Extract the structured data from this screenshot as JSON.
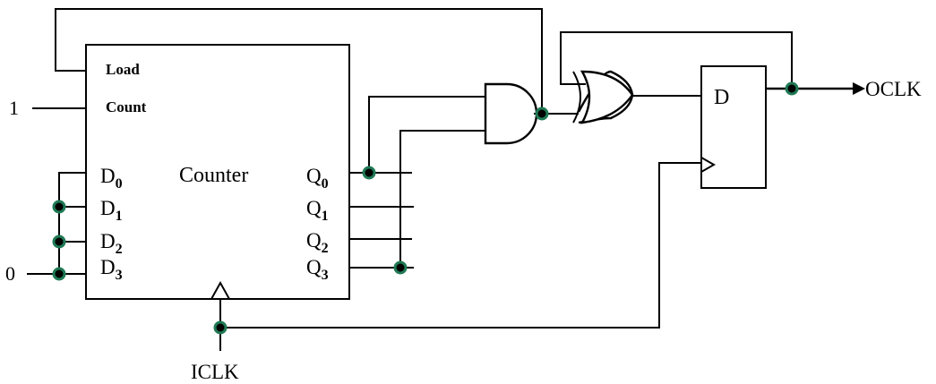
{
  "counter": {
    "title": "Counter",
    "load": "Load",
    "count": "Count",
    "d_inputs": [
      {
        "base": "D",
        "sub": "0"
      },
      {
        "base": "D",
        "sub": "1"
      },
      {
        "base": "D",
        "sub": "2"
      },
      {
        "base": "D",
        "sub": "3"
      }
    ],
    "q_outputs": [
      {
        "base": "Q",
        "sub": "0"
      },
      {
        "base": "Q",
        "sub": "1"
      },
      {
        "base": "Q",
        "sub": "2"
      },
      {
        "base": "Q",
        "sub": "3"
      }
    ]
  },
  "inputs": {
    "count_value": "1",
    "d3_value": "0",
    "clock": "ICLK"
  },
  "flipflop": {
    "d_label": "D"
  },
  "output": {
    "label": "OCLK"
  },
  "colors": {
    "junction_ring": "#1f7a55",
    "ink": "#000000"
  }
}
